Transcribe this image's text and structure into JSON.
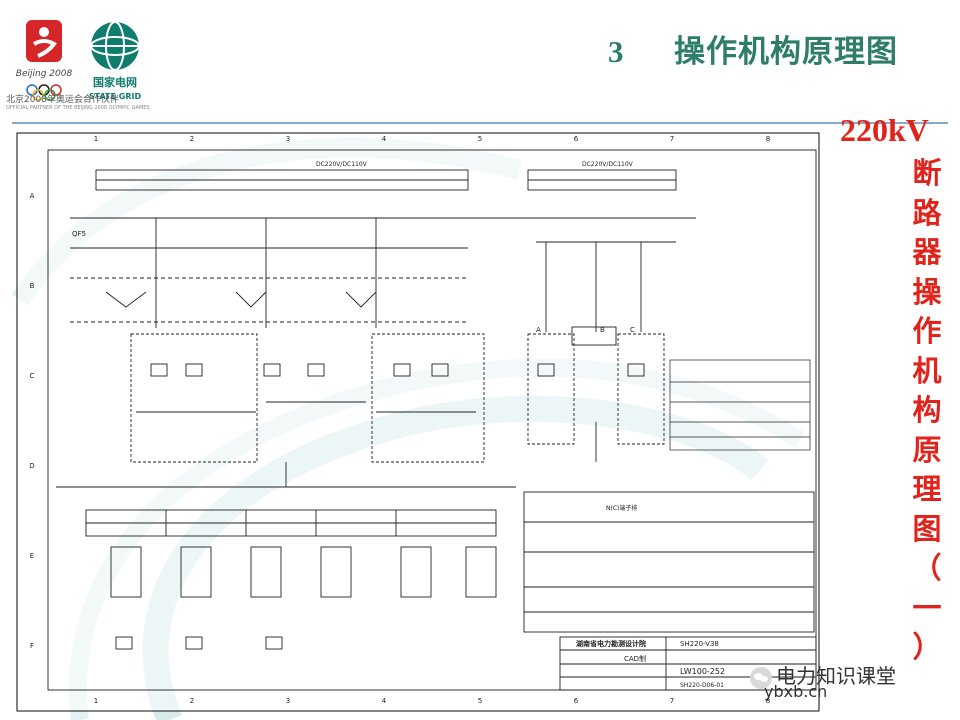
{
  "header": {
    "olympic_caption": "北京2008年奥运会合作伙伴",
    "olympic_caption_en": "OFFICIAL PARTNER OF THE BEIJING 2008 OLYMPIC GAMES",
    "beijing_logo_text": "Beijing 2008",
    "grid_logo_cn": "国家电网",
    "grid_logo_en": "STATE GRID"
  },
  "title": {
    "number": "3",
    "text": "操作机构原理图"
  },
  "side_title": {
    "voltage": "220kV",
    "chars": [
      "断",
      "路",
      "器",
      "操",
      "作",
      "机",
      "构",
      "原",
      "理",
      "图",
      "（",
      "一",
      "）"
    ]
  },
  "drawing": {
    "col_labels": [
      "1",
      "2",
      "3",
      "4",
      "5",
      "6",
      "7",
      "8"
    ],
    "row_labels": [
      "A",
      "B",
      "C",
      "D",
      "E",
      "F"
    ],
    "dc_label_left": "DC220V/DC110V",
    "dc_label_right": "DC220V/DC110V",
    "phase_labels": [
      "A",
      "B",
      "C"
    ],
    "fuse_label": "QF5",
    "table_title": "N(C)端子排",
    "title_block_org": "湖南省电力勘测设计院",
    "title_block_no": "SH220-V38",
    "title_block_cad": "CAD制",
    "title_block_name": "LW100-252",
    "title_block_code": "SH220-D06-01"
  },
  "watermark": {
    "text": "电力知识课堂",
    "url": "ybxb.cn"
  },
  "colors": {
    "title": "#2e7d6b",
    "accent_red": "#e0231b",
    "teal_swirl": "#cfe4e6"
  }
}
